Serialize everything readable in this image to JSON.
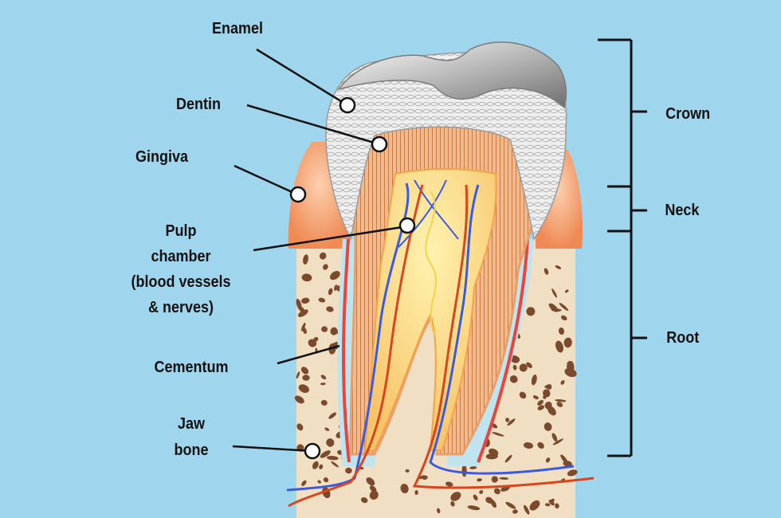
{
  "labels": {
    "enamel": "Enamel",
    "dentin": "Dentin",
    "gingiva": "Gingiva",
    "pulp_line1": "Pulp",
    "pulp_line2": "chamber",
    "pulp_line3": "(blood vessels",
    "pulp_line4": "& nerves)",
    "cementum": "Cementum",
    "jaw_line1": "Jaw",
    "jaw_line2": "bone",
    "crown": "Crown",
    "neck": "Neck",
    "root": "Root"
  },
  "colors": {
    "background": "#9fd6ee",
    "bone": "#f1dfc4",
    "bone_hole": "#7a4a2c",
    "gum": "#f39a6a",
    "enamel": "#e4e4e4",
    "dentin": "#f2b47c",
    "pulp": "#f9e79a",
    "vein": "#3b5bdb",
    "artery": "#d9461d",
    "cementum": "#e8453c"
  }
}
